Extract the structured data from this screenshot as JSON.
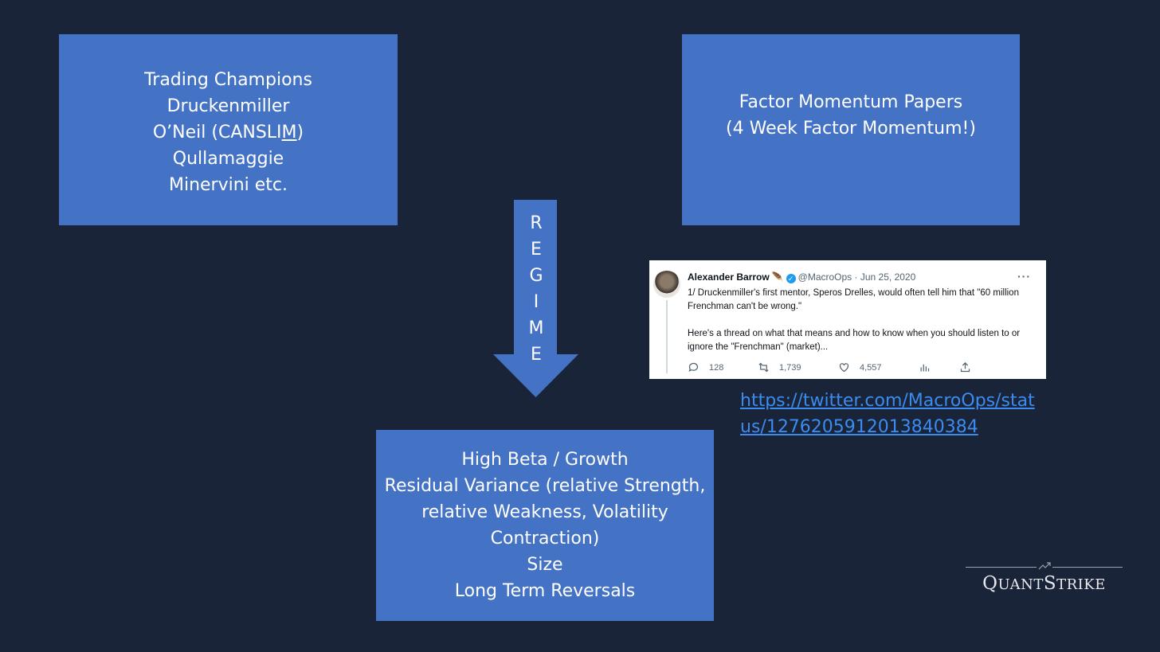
{
  "box_top_left": {
    "lines": [
      "Trading Champions",
      "Druckenmiller",
      "O’Neil (CANSLI",
      "M",
      ")",
      "Qullamaggie",
      "Minervini etc."
    ]
  },
  "box_top_right": {
    "lines": [
      "Factor Momentum Papers",
      "(4 Week Factor Momentum!)"
    ]
  },
  "arrow": {
    "letters": [
      "R",
      "E",
      "G",
      "I",
      "M",
      "E"
    ],
    "color": "#4472c4"
  },
  "box_bottom": {
    "lines": [
      "High Beta / Growth",
      "Residual Variance (relative Strength,",
      "relative Weakness, Volatility",
      "Contraction)",
      "Size",
      "Long Term Reversals"
    ]
  },
  "tweet": {
    "name": "Alexander Barrow",
    "handle": "@MacroOps",
    "separator": "·",
    "date": "Jun 25, 2020",
    "more": "···",
    "paragraph1": "1/ Druckenmiller's first mentor, Speros Drelles, would often tell him that \"60 million Frenchman can't be wrong.\"",
    "paragraph2": "Here's a thread on what that means and how to know when you should listen to or ignore the \"Frenchman\" (market)...",
    "replies": "128",
    "retweets": "1,739",
    "likes": "4,557"
  },
  "link": {
    "text": "https://twitter.com/MacroOps/status/1276205912013840384"
  },
  "logo": {
    "text_q": "Q",
    "text_uant": "UANT",
    "text_s": "S",
    "text_trike": "TRIKE"
  },
  "colors": {
    "background": "#1a2438",
    "box": "#4472c4",
    "link": "#3b8bf0"
  }
}
